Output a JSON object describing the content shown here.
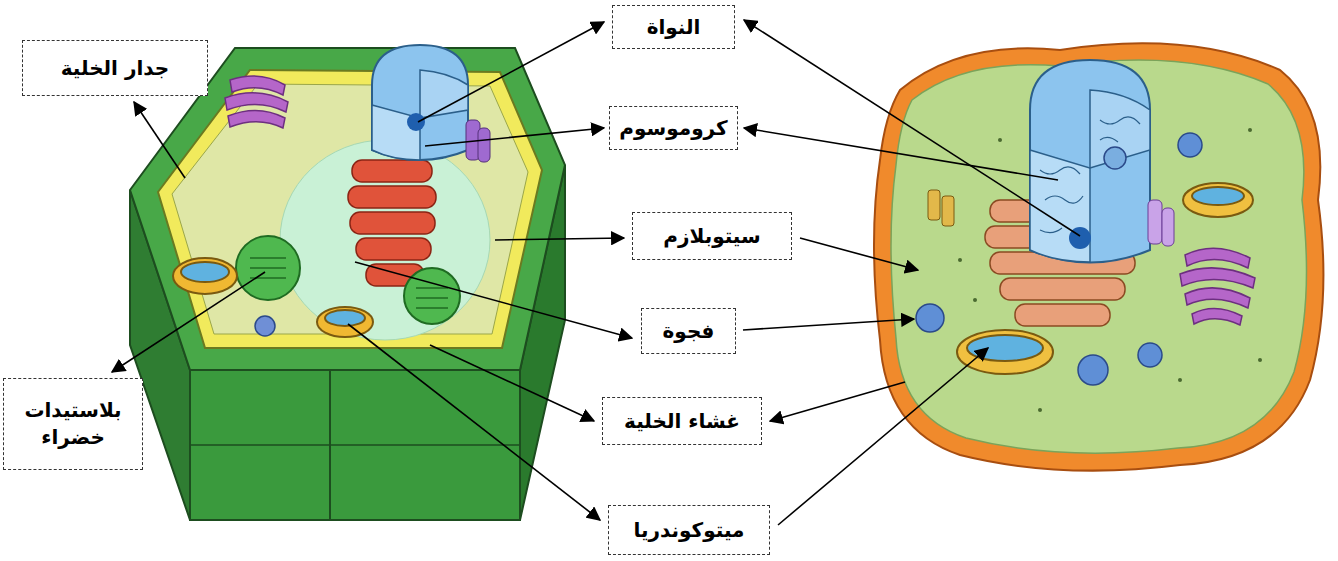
{
  "diagram": {
    "nodes": [
      {
        "text": [
          "النواة"
        ]
      },
      {
        "text": [
          "جدار الخلية"
        ]
      },
      {
        "text": [
          "كروموسوم"
        ]
      },
      {
        "text": [
          "سيتوبلازم"
        ]
      },
      {
        "text": [
          "فجوة"
        ]
      },
      {
        "text": [
          "بلاستيدات خضراء"
        ]
      },
      {
        "text": [
          "غشاء الخلية"
        ]
      },
      {
        "text": [
          "ميتوكوندريا"
        ]
      }
    ]
  }
}
